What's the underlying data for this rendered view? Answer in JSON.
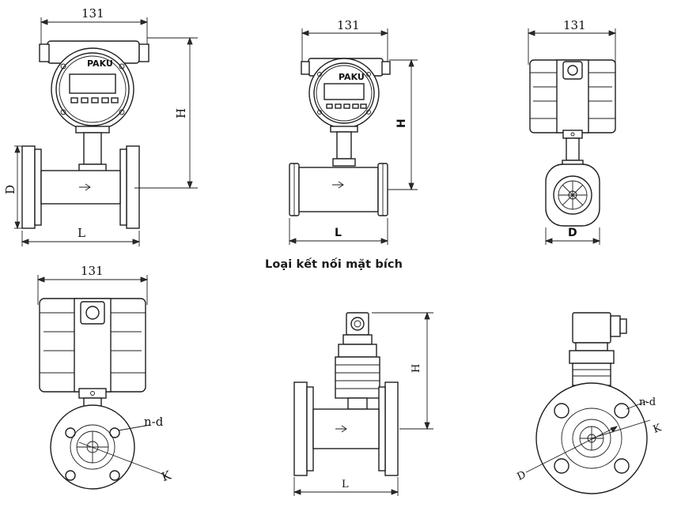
{
  "section_title": "Loại kết nối mặt bích",
  "views": {
    "v1": {
      "width": "131",
      "height": "H",
      "diameter": "D",
      "length": "L",
      "logo": "PAKU"
    },
    "v2": {
      "width": "131",
      "height": "H",
      "length": "L",
      "logo": "PAKU"
    },
    "v3": {
      "width": "131",
      "diameter": "D"
    },
    "v4": {
      "width": "131",
      "holes": "n-d",
      "pcd": "K"
    },
    "v5": {
      "height": "H",
      "length": "L"
    },
    "v6": {
      "holes": "n-d",
      "pcd": "K",
      "diameter": "D"
    }
  },
  "colors": {
    "line": "#1e1e1e",
    "background": "#ffffff"
  }
}
